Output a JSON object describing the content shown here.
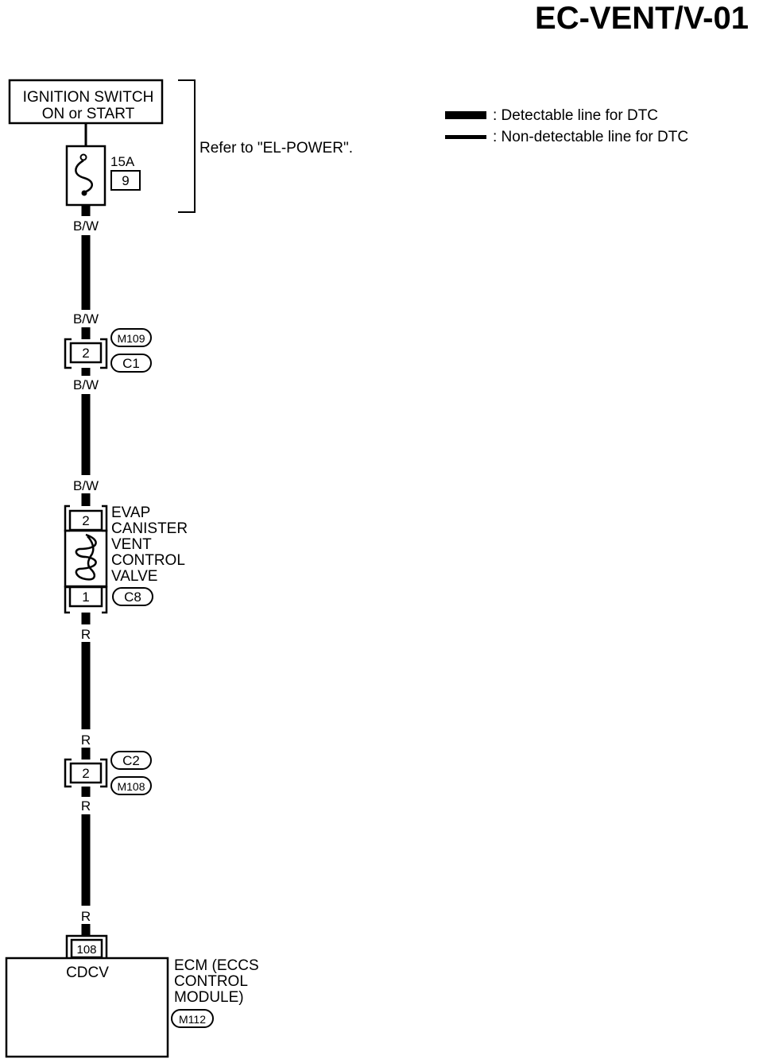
{
  "title": "EC-VENT/V-01",
  "legend": {
    "detectable": ": Detectable line for DTC",
    "non_detectable": ": Non-detectable line for DTC"
  },
  "ignition_switch": {
    "line1": "IGNITION SWITCH",
    "line2": "ON or START"
  },
  "fuse": {
    "rating": "15A",
    "number": "9"
  },
  "refer_note": "Refer to \"EL-POWER\".",
  "wires": {
    "bw_1": "B/W",
    "bw_2": "B/W",
    "bw_3": "B/W",
    "bw_4": "B/W",
    "r_1": "R",
    "r_2": "R",
    "r_3": "R",
    "r_4": "R"
  },
  "connector_upper": {
    "pin": "2",
    "code_top": "M109",
    "code_bottom": "C1"
  },
  "valve": {
    "pin_top": "2",
    "pin_bottom": "1",
    "connector": "C8",
    "name_lines": [
      "EVAP",
      "CANISTER",
      "VENT",
      "CONTROL",
      "VALVE"
    ]
  },
  "connector_lower": {
    "pin": "2",
    "code_top": "C2",
    "code_bottom": "M108"
  },
  "ecm": {
    "pin": "108",
    "terminal": "CDCV",
    "name_lines": [
      "ECM (ECCS",
      "CONTROL",
      "MODULE)"
    ],
    "connector": "M112"
  },
  "colors": {
    "line": "#000000",
    "background": "#ffffff"
  }
}
